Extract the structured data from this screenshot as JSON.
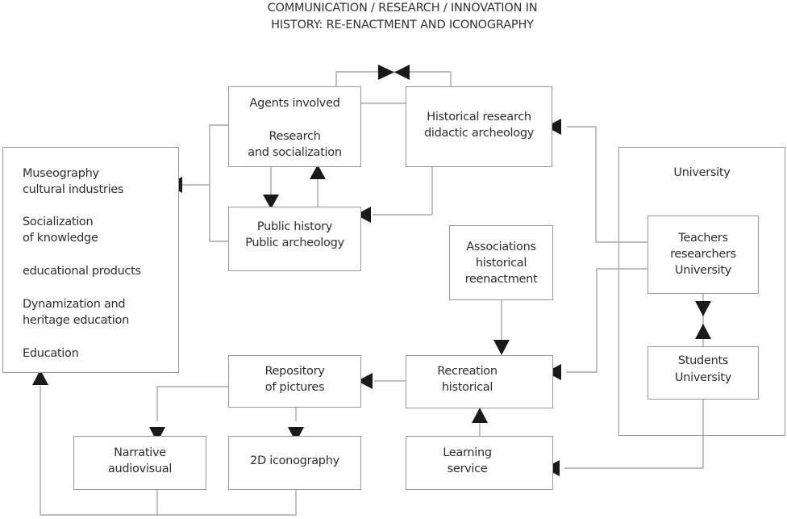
{
  "title": {
    "line1": "COMMUNICATION / RESEARCH / INNOVATION IN",
    "line2": "HISTORY: RE-ENACTMENT AND ICONOGRAPHY"
  },
  "nodes": {
    "agents": {
      "line1": "Agents involved",
      "line2": "Research",
      "line3": "and socialization"
    },
    "historical_research": {
      "line1": "Historical research",
      "line2": "didactic archeology"
    },
    "outputs": {
      "items": [
        {
          "line1": "Museography",
          "line2": "cultural industries"
        },
        {
          "line1": "Socialization",
          "line2": "of knowledge"
        },
        {
          "line1": "educational products"
        },
        {
          "line1": "Dynamization and",
          "line2": "heritage education"
        },
        {
          "line1": "Education"
        }
      ]
    },
    "public_history": {
      "line1": "Public history",
      "line2": "Public archeology"
    },
    "associations": {
      "line1": "Associations",
      "line2": "historical",
      "line3": "reenactment"
    },
    "university": {
      "label": "University"
    },
    "teachers": {
      "line1": "Teachers",
      "line2": "researchers",
      "line3": "University"
    },
    "students": {
      "line1": "Students",
      "line2": "University"
    },
    "repository": {
      "line1": "Repository",
      "line2": "of pictures"
    },
    "recreation": {
      "line1": "Recreation",
      "line2": "historical"
    },
    "narrative": {
      "line1": "Narrative",
      "line2": "audiovisual"
    },
    "iconography": {
      "line1": "2D iconography"
    },
    "learning": {
      "line1": "Learning",
      "line2": "service"
    }
  },
  "colors": {
    "line": "#a8a8a8",
    "arrow": "#1a1a1a",
    "text": "#2e2e2e"
  }
}
